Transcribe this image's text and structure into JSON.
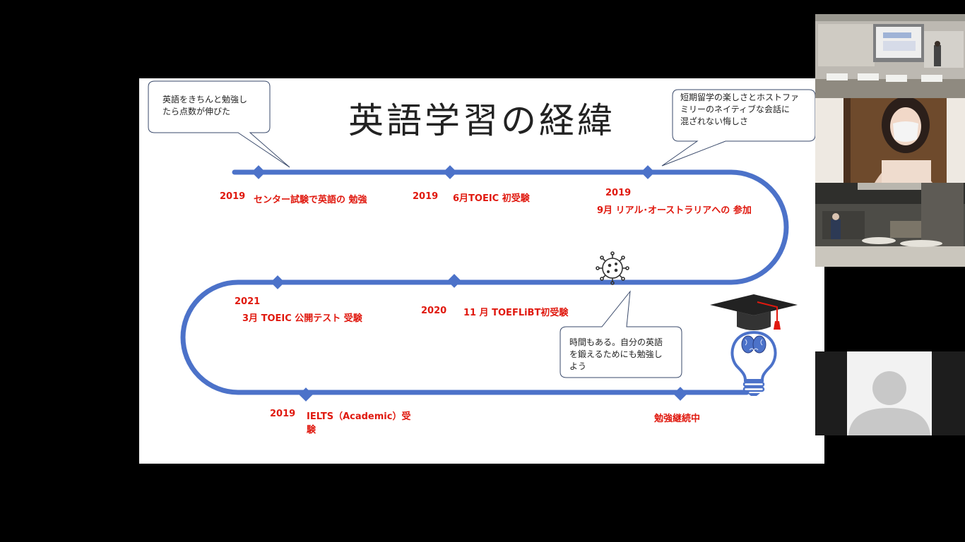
{
  "slide": {
    "title": "英語学習の経緯",
    "bubbles": [
      {
        "lines": [
          "英語をきちんと勉強し",
          "たら点数が伸びた"
        ]
      },
      {
        "lines": [
          "短期留学の楽しさとホストファ",
          "ミリーのネイティブな会話に",
          "混ざれない悔しさ"
        ]
      },
      {
        "lines": [
          "時間もある。自分の英語",
          "を鍛えるためにも勉強し",
          "よう"
        ]
      }
    ],
    "events": [
      {
        "year": "2019",
        "text": "センター試験で英語の 勉強"
      },
      {
        "year": "2019",
        "text": "6月TOEIC 初受験"
      },
      {
        "year": "2019",
        "text": "9月  リアル･オーストラリアへの 参加"
      },
      {
        "year": "2021",
        "text": "3月   TOEIC 公開テスト 受験"
      },
      {
        "year": "2020",
        "text": "11 月    TOEFLiBT初受験"
      },
      {
        "year": "2019",
        "text": "IELTS（Academic）受",
        "text2": "験"
      },
      {
        "year": "",
        "text": "勉強継続中"
      }
    ],
    "icons": [
      "virus-icon",
      "graduation-cap-icon",
      "brain-icon",
      "lightbulb-icon"
    ]
  },
  "participants": [
    {
      "name": "classroom-video",
      "kind": "classroom"
    },
    {
      "name": "masked-student-video",
      "kind": "person"
    },
    {
      "name": "lobby-video",
      "kind": "lobby"
    },
    {
      "name": "avatar-placeholder-video",
      "kind": "avatar"
    }
  ],
  "colors": {
    "track": "#4c72c9",
    "accent_text": "#e0190f",
    "background": "#000000"
  }
}
